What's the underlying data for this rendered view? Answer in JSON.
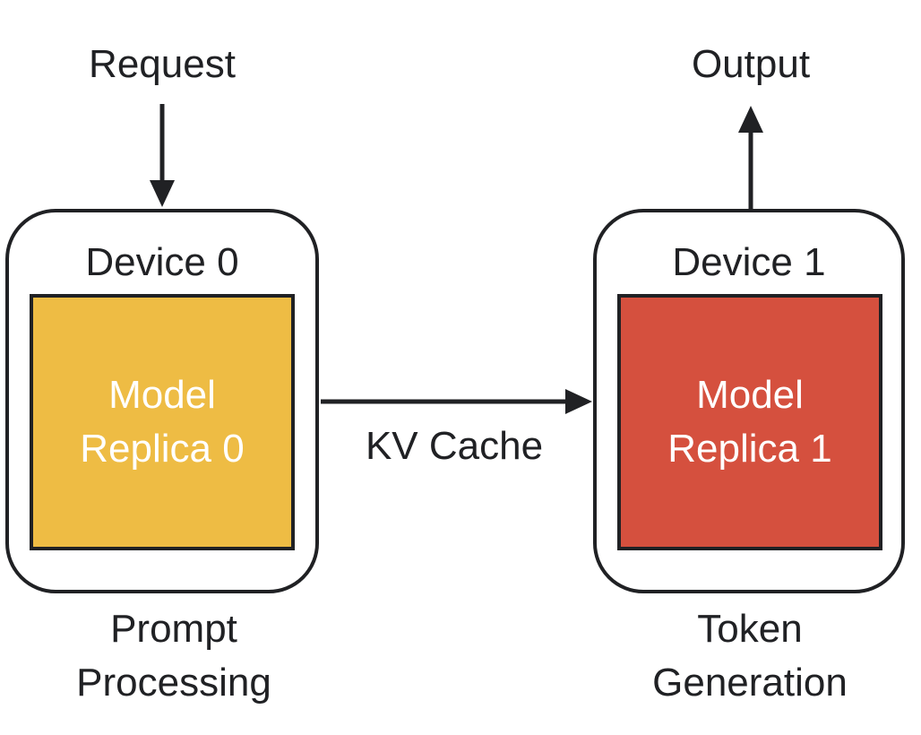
{
  "colors": {
    "ink": "#202124",
    "device_fill": "#ffffff",
    "replica0_fill": "#EEBC44",
    "replica1_fill": "#D5503E",
    "replica_text": "#ffffff",
    "background": "#ffffff"
  },
  "diagram": {
    "request_label": "Request",
    "output_label": "Output",
    "kv_cache_label": "KV Cache",
    "devices": [
      {
        "title": "Device 0",
        "replica_lines": [
          "Model",
          "Replica 0"
        ],
        "caption_lines": [
          "Prompt",
          "Processing"
        ]
      },
      {
        "title": "Device 1",
        "replica_lines": [
          "Model",
          "Replica 1"
        ],
        "caption_lines": [
          "Token",
          "Generation"
        ]
      }
    ]
  }
}
